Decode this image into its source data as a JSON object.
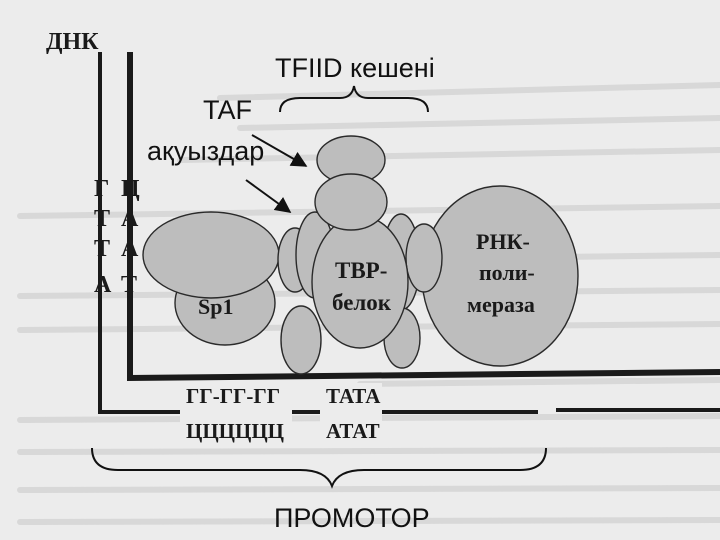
{
  "labels": {
    "dna": "ДНК",
    "tfiid": "TFIID кешені",
    "taf_line1": "TAF",
    "taf_line2": "ақуыздар",
    "promoter": "ПРОМОТОР"
  },
  "vertical_pairs": {
    "left_strand": [
      "Г",
      "Т",
      "Т",
      "А"
    ],
    "right_strand": [
      "Ц",
      "А",
      "А",
      "Т"
    ]
  },
  "proteins": {
    "sp1": "Sp1",
    "tbp_line1": "TBP-",
    "tbp_line2": "белок",
    "rnap_line1": "РНК-",
    "rnap_line2": "поли-",
    "rnap_line3": "мераза"
  },
  "sequences": {
    "gc_top": "ГГ-ГГ-ГГ",
    "gc_bottom": "ЦЦЦЦЦЦ",
    "tata_top": "ТАТА",
    "tata_bottom": "АТАТ"
  },
  "colors": {
    "protein_fill": "#bdbdbd",
    "outline": "#2a2a2a",
    "background": "#ececec"
  }
}
